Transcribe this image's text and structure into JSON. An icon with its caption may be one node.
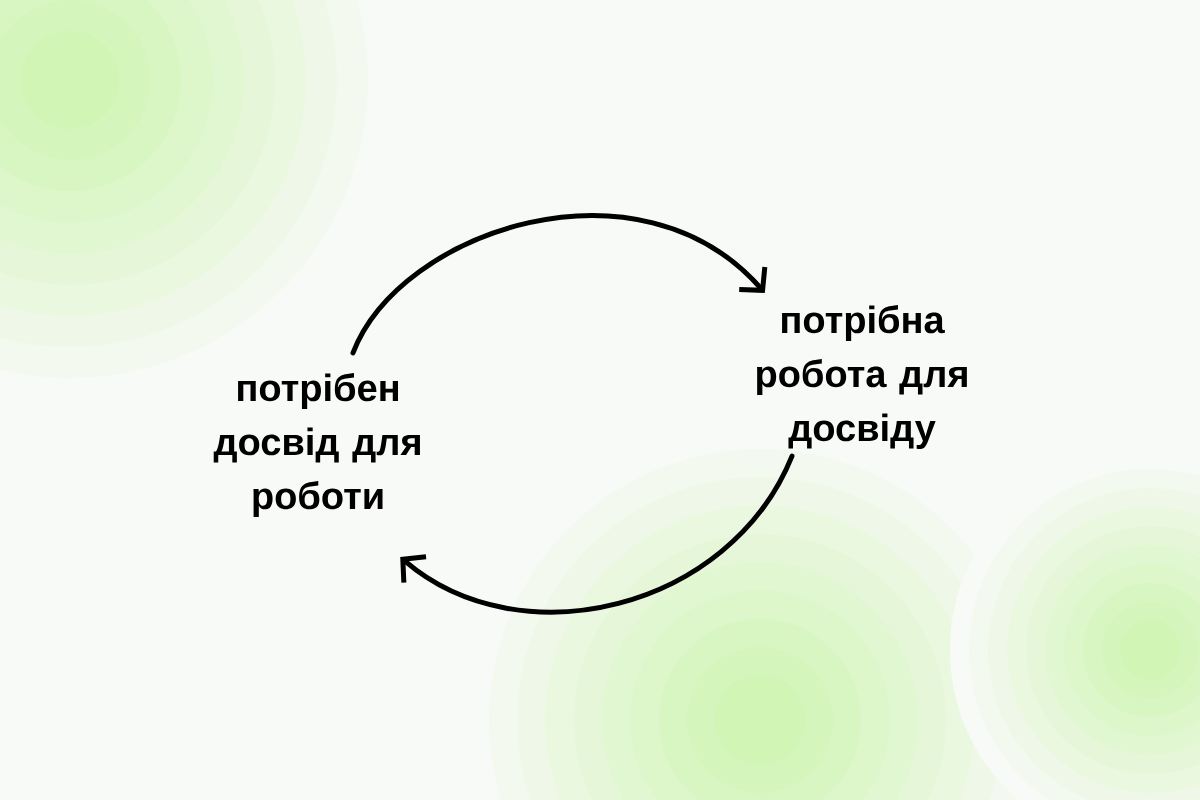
{
  "diagram": {
    "nodes": [
      {
        "text": [
          "потрібен досвід для роботи"
        ]
      },
      {
        "text": [
          "потрібна робота для досвіду"
        ]
      }
    ],
    "edges": [
      {
        "from": 0,
        "to": 1,
        "arrow": "to"
      },
      {
        "from": 1,
        "to": 0,
        "arrow": "to"
      }
    ]
  }
}
